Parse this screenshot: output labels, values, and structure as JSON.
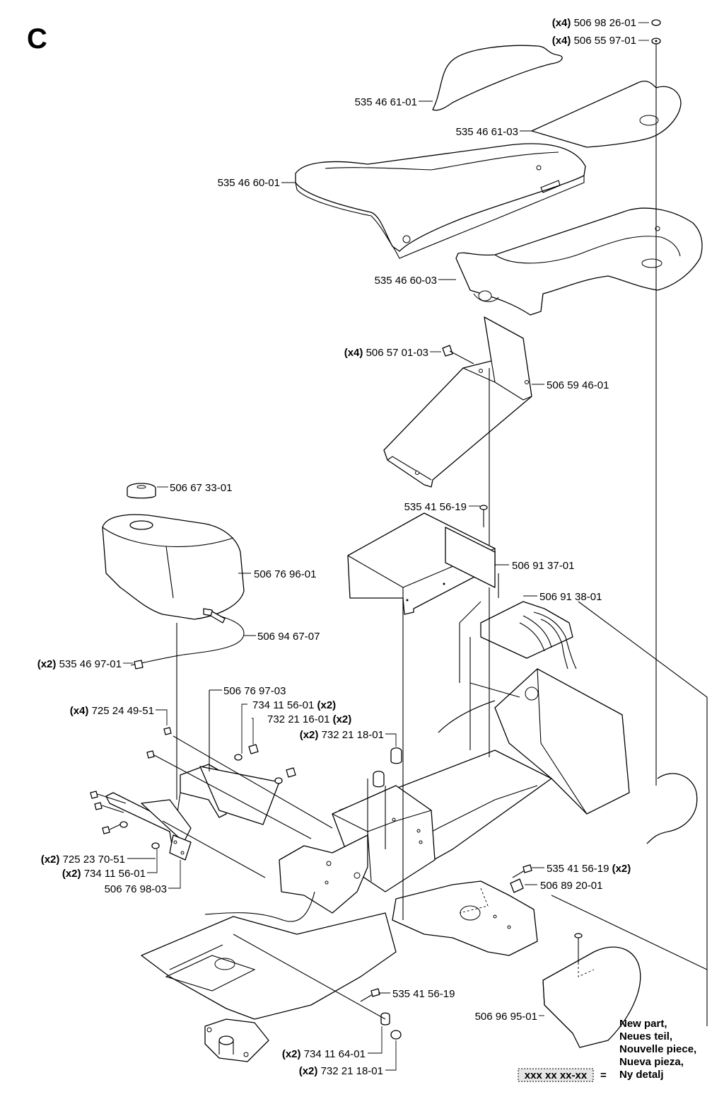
{
  "section_letter": "C",
  "parts": {
    "p_506982601": {
      "qty": "(x4)",
      "number": "506 98 26-01"
    },
    "p_506559701": {
      "qty": "(x4)",
      "number": "506 55 97-01"
    },
    "p_535466101": {
      "number": "535 46 61-01"
    },
    "p_535466103": {
      "number": "535 46 61-03"
    },
    "p_535466001": {
      "number": "535 46 60-01"
    },
    "p_535466003": {
      "number": "535 46 60-03"
    },
    "p_506570103": {
      "qty": "(x4)",
      "number": "506 57 01-03"
    },
    "p_506594601": {
      "number": "506 59 46-01"
    },
    "p_506673301": {
      "number": "506 67 33-01"
    },
    "p_535415619_top": {
      "number": "535 41 56-19"
    },
    "p_506769601": {
      "number": "506 76 96-01"
    },
    "p_506913701": {
      "number": "506 91 37-01"
    },
    "p_506913801": {
      "number": "506 91 38-01"
    },
    "p_506946707": {
      "number": "506 94 67-07"
    },
    "p_535469701": {
      "qty": "(x2)",
      "number": "535 46 97-01"
    },
    "p_506769703": {
      "number": "506 76 97-03"
    },
    "p_734115601_a": {
      "number": "734 11 56-01",
      "qty": "(x2)"
    },
    "p_725244951": {
      "qty": "(x4)",
      "number": "725 24 49-51"
    },
    "p_732211601": {
      "number": "732 21 16-01",
      "qty": "(x2)"
    },
    "p_732211801_a": {
      "qty": "(x2)",
      "number": "732 21 18-01"
    },
    "p_535415619_x2": {
      "number": "535 41 56-19",
      "qty": "(x2)"
    },
    "p_725237051": {
      "qty": "(x2)",
      "number": "725 23 70-51"
    },
    "p_506892001": {
      "number": "506 89 20-01"
    },
    "p_734115601_b": {
      "qty": "(x2)",
      "number": "734 11 56-01"
    },
    "p_506769803": {
      "number": "506 76 98-03"
    },
    "p_535415619_low": {
      "number": "535 41 56-19"
    },
    "p_506969501": {
      "number": "506 96 95-01"
    },
    "p_734116401": {
      "qty": "(x2)",
      "number": "734 11 64-01"
    },
    "p_732211801_b": {
      "qty": "(x2)",
      "number": "732 21 18-01"
    }
  },
  "legend": {
    "lines": [
      "New part,",
      "Neues teil,",
      "Nouvelle piece,",
      "Nueva pieza,",
      "Ny detalj"
    ],
    "placeholder": "xxx xx xx-xx",
    "equals": "="
  }
}
